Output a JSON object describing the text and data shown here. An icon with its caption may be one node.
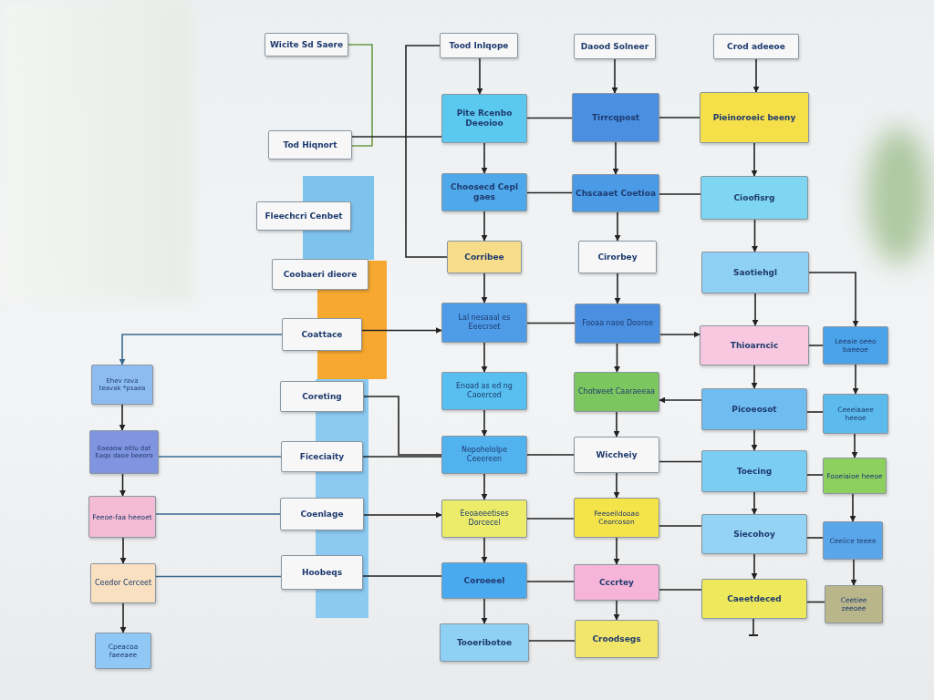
{
  "diagram": {
    "nodes": [
      {
        "text": [
          "Wicite Sd Saere"
        ]
      },
      {
        "text": [
          "Tod Hiqnort"
        ]
      },
      {
        "text": [
          "Fleechcri Cenbet"
        ]
      },
      {
        "text": [
          "Coobaeri dieore"
        ]
      },
      {
        "text": [
          "Coattace"
        ]
      },
      {
        "text": [
          "Coreting"
        ]
      },
      {
        "text": [
          "Ficeciaity"
        ]
      },
      {
        "text": [
          "Coenlage"
        ]
      },
      {
        "text": [
          "Hoobeqs"
        ]
      },
      {
        "text": [
          "Ehev rava teavak *psaea"
        ]
      },
      {
        "text": [
          "Eaeaow oltlu dat Eaqo daoe beeoro"
        ]
      },
      {
        "text": [
          "Feeoe-faa heeoet"
        ]
      },
      {
        "text": [
          "Ceedor Cerceet"
        ]
      },
      {
        "text": [
          "Cpeacoa faeeaee"
        ]
      },
      {
        "text": [
          "Tood Inlqope"
        ]
      },
      {
        "text": [
          "Pite Rcenbo Deeoioo"
        ]
      },
      {
        "text": [
          "Choosecd Cepl gaes"
        ]
      },
      {
        "text": [
          "Corribee"
        ]
      },
      {
        "text": [
          "Lal nesaaal es Eeecrset"
        ]
      },
      {
        "text": [
          "Enoad as ed ng Caoerced"
        ]
      },
      {
        "text": [
          "Nepohelolpe Ceeereen"
        ]
      },
      {
        "text": [
          "Eeoaeeetises Dorcecel"
        ]
      },
      {
        "text": [
          "Coroeeel"
        ]
      },
      {
        "text": [
          "Tooeribotoe"
        ]
      },
      {
        "text": [
          "Daood Solneer"
        ]
      },
      {
        "text": [
          "Tirrcqpost"
        ]
      },
      {
        "text": [
          "Chscaaet Coetioa"
        ]
      },
      {
        "text": [
          "Cirorbey"
        ]
      },
      {
        "text": [
          "Fooaa naoe Dooroe"
        ]
      },
      {
        "text": [
          "Chotweet Caaraeeaa"
        ]
      },
      {
        "text": [
          "Wiccheiy"
        ]
      },
      {
        "text": [
          "Feeoeildooao Ceorcoson"
        ]
      },
      {
        "text": [
          "Cccrtey"
        ]
      },
      {
        "text": [
          "Croodsegs"
        ]
      },
      {
        "text": [
          "Crod adeeoe"
        ]
      },
      {
        "text": [
          "Pieinoroeic beeny"
        ]
      },
      {
        "text": [
          "Cioofisrg"
        ]
      },
      {
        "text": [
          "Saotiehgl"
        ]
      },
      {
        "text": [
          "Thioarncic"
        ]
      },
      {
        "text": [
          "Picoeosot"
        ]
      },
      {
        "text": [
          "Toecing"
        ]
      },
      {
        "text": [
          "Siecohoy"
        ]
      },
      {
        "text": [
          "Caeetdeced"
        ]
      },
      {
        "text": [
          "Leeaie oeeo baeeoe"
        ]
      },
      {
        "text": [
          "Ceeeiaaee heeoe"
        ]
      },
      {
        "text": [
          "Fooeiaioe heeoe"
        ]
      },
      {
        "text": [
          "Ceeiice teeee"
        ]
      },
      {
        "text": [
          "Ceetiee zeeoee"
        ]
      }
    ],
    "edges": [
      {
        "from": 14,
        "to": 15,
        "arrow": "to"
      },
      {
        "from": 15,
        "to": 16,
        "arrow": "to"
      },
      {
        "from": 16,
        "to": 17,
        "arrow": "to"
      },
      {
        "from": 17,
        "to": 18,
        "arrow": "to"
      },
      {
        "from": 18,
        "to": 19,
        "arrow": "to"
      },
      {
        "from": 19,
        "to": 20,
        "arrow": "to"
      },
      {
        "from": 20,
        "to": 21,
        "arrow": "to"
      },
      {
        "from": 21,
        "to": 22,
        "arrow": "to"
      },
      {
        "from": 22,
        "to": 23,
        "arrow": "to"
      },
      {
        "from": 24,
        "to": 25,
        "arrow": "to"
      },
      {
        "from": 25,
        "to": 26,
        "arrow": "to"
      },
      {
        "from": 26,
        "to": 27,
        "arrow": "to"
      },
      {
        "from": 27,
        "to": 28,
        "arrow": "to"
      },
      {
        "from": 28,
        "to": 29,
        "arrow": "to"
      },
      {
        "from": 29,
        "to": 30,
        "arrow": "to"
      },
      {
        "from": 30,
        "to": 31,
        "arrow": "to"
      },
      {
        "from": 31,
        "to": 32,
        "arrow": "to"
      },
      {
        "from": 32,
        "to": 33,
        "arrow": "to"
      },
      {
        "from": 34,
        "to": 35,
        "arrow": "to"
      },
      {
        "from": 35,
        "to": 36,
        "arrow": "to"
      },
      {
        "from": 36,
        "to": 37,
        "arrow": "to"
      },
      {
        "from": 37,
        "to": 38,
        "arrow": "to"
      },
      {
        "from": 38,
        "to": 39,
        "arrow": "to"
      },
      {
        "from": 39,
        "to": 40,
        "arrow": "to"
      },
      {
        "from": 40,
        "to": 41,
        "arrow": "to"
      },
      {
        "from": 41,
        "to": 42,
        "arrow": "to"
      },
      {
        "from": 42,
        "to": null,
        "arrow": "other"
      },
      {
        "from": 37,
        "to": 43,
        "arrow": "to"
      },
      {
        "from": 43,
        "to": 44,
        "arrow": "to"
      },
      {
        "from": 44,
        "to": 45,
        "arrow": "to"
      },
      {
        "from": 45,
        "to": 46,
        "arrow": "to"
      },
      {
        "from": 46,
        "to": 47,
        "arrow": "to"
      },
      {
        "from": 9,
        "to": 10,
        "arrow": "to"
      },
      {
        "from": 10,
        "to": 11,
        "arrow": "to"
      },
      {
        "from": 11,
        "to": 12,
        "arrow": "to"
      },
      {
        "from": 12,
        "to": 13,
        "arrow": "to"
      },
      {
        "from": 15,
        "to": 25,
        "arrow": "none"
      },
      {
        "from": 25,
        "to": 35,
        "arrow": "none"
      },
      {
        "from": 16,
        "to": 26,
        "arrow": "none"
      },
      {
        "from": 26,
        "to": 36,
        "arrow": "none"
      },
      {
        "from": 18,
        "to": 28,
        "arrow": "none"
      },
      {
        "from": 28,
        "to": 38,
        "arrow": "to"
      },
      {
        "from": 39,
        "to": 29,
        "arrow": "to"
      },
      {
        "from": 20,
        "to": 30,
        "arrow": "none"
      },
      {
        "from": 30,
        "to": 40,
        "arrow": "none"
      },
      {
        "from": 21,
        "to": 31,
        "arrow": "none"
      },
      {
        "from": 31,
        "to": 41,
        "arrow": "none"
      },
      {
        "from": 22,
        "to": 32,
        "arrow": "none"
      },
      {
        "from": 32,
        "to": 42,
        "arrow": "none"
      },
      {
        "from": 23,
        "to": 33,
        "arrow": "none"
      },
      {
        "from": 38,
        "to": 43,
        "arrow": "none"
      },
      {
        "from": 39,
        "to": 44,
        "arrow": "none"
      },
      {
        "from": 40,
        "to": 45,
        "arrow": "none"
      },
      {
        "from": 41,
        "to": 46,
        "arrow": "none"
      },
      {
        "from": 42,
        "to": 47,
        "arrow": "none"
      },
      {
        "from": 4,
        "to": 9,
        "arrow": "to",
        "color": "#3a6a90"
      },
      {
        "from": 10,
        "to": 6,
        "arrow": "none",
        "color": "#3a6a90"
      },
      {
        "from": 11,
        "to": 7,
        "arrow": "none",
        "color": "#3a6a90"
      },
      {
        "from": 12,
        "to": 8,
        "arrow": "none",
        "color": "#3a6a90"
      },
      {
        "from": 4,
        "to": 18,
        "arrow": "to"
      },
      {
        "from": 5,
        "to": 20,
        "arrow": "none"
      },
      {
        "from": 6,
        "to": 20,
        "arrow": "none"
      },
      {
        "from": 7,
        "to": 21,
        "arrow": "to"
      },
      {
        "from": 8,
        "to": 22,
        "arrow": "none"
      },
      {
        "from": 14,
        "to": 17,
        "arrow": "none"
      },
      {
        "from": 0,
        "to": 1,
        "arrow": "none",
        "color": "#6a9a4a"
      },
      {
        "from": 1,
        "to": 15,
        "arrow": "none"
      }
    ]
  }
}
